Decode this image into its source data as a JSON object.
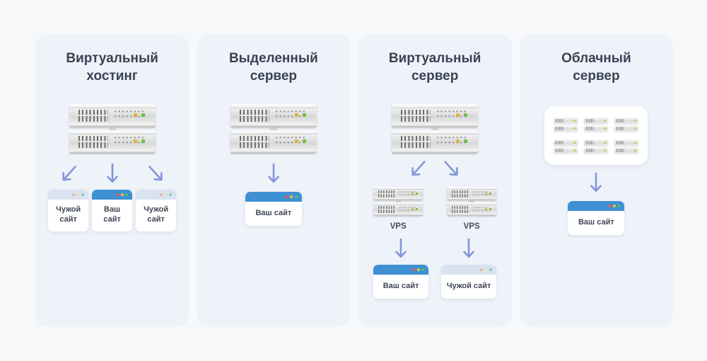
{
  "colors": {
    "page_background": "#f7f8fa",
    "panel_background": "#eef2f9",
    "title_text": "#3a4254",
    "arrow": "#8197d8",
    "your_site_header": "#3f90d2",
    "foreign_site_header": "#d9e2f0",
    "led_yellow": "#e0b23a",
    "led_green": "#72bf44",
    "traffic_dots_bright": [
      "#e85c51",
      "#f2c232",
      "#45c174"
    ],
    "traffic_dots_muted": [
      "#e7b1ad",
      "#f0e0b2",
      "#7fd0c0"
    ]
  },
  "icons": {
    "arrow-down-icon": "↓",
    "arrow-down-left-icon": "↙",
    "arrow-down-right-icon": "↘",
    "server-rack-icon": "css-illustration",
    "mini-server-icon": "css-illustration",
    "browser-window-icon": "css-illustration"
  },
  "panels": [
    {
      "id": "shared-hosting",
      "title_lines": [
        "Виртуальный",
        "хостинг"
      ],
      "sites": [
        {
          "label": "Чужой сайт",
          "variant": "foreign"
        },
        {
          "label": "Ваш сайт",
          "variant": "yours"
        },
        {
          "label": "Чужой сайт",
          "variant": "foreign"
        }
      ]
    },
    {
      "id": "dedicated-server",
      "title_lines": [
        "Выделенный",
        "сервер"
      ],
      "sites": [
        {
          "label": "Ваш сайт",
          "variant": "yours"
        }
      ]
    },
    {
      "id": "virtual-server",
      "title_lines": [
        "Виртуальный",
        "сервер"
      ],
      "vps_units": [
        {
          "label": "VPS"
        },
        {
          "label": "VPS"
        }
      ],
      "sites": [
        {
          "label": "Ваш сайт",
          "variant": "yours"
        },
        {
          "label": "Чужой сайт",
          "variant": "foreign"
        }
      ]
    },
    {
      "id": "cloud-server",
      "title_lines": [
        "Облачный",
        "сервер"
      ],
      "sites": [
        {
          "label": "Ваш сайт",
          "variant": "yours"
        }
      ]
    }
  ]
}
